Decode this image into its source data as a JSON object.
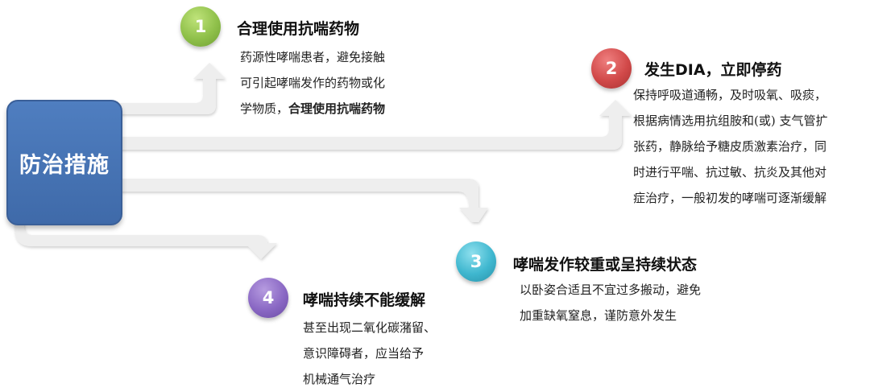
{
  "hub": {
    "label": "防治措施"
  },
  "steps": [
    {
      "number": "1",
      "title": "合理使用抗喘药物",
      "lines": [
        "药源性哮喘患者，避免接触",
        "可引起哮喘发作的药物或化"
      ],
      "last_line_prefix": "学物质，",
      "last_line_bold": "合理使用抗喘药物",
      "color": "#8fc04a"
    },
    {
      "number": "2",
      "title": "发生DIA，立即停药",
      "lines": [
        "保持呼吸道通畅，及时吸氧、吸痰，",
        "根据病情选用抗组胺和(或) 支气管扩",
        "张药，静脉给予糖皮质激素治疗，同",
        "时进行平喘、抗过敏、抗炎及其他对",
        "症治疗，一般初发的哮喘可逐渐缓解"
      ],
      "color": "#d14949"
    },
    {
      "number": "3",
      "title": "哮喘发作较重或呈持续状态",
      "lines": [
        "以卧姿合适且不宜过多搬动，避免",
        "加重缺氧窒息，谨防意外发生"
      ],
      "color": "#3fb7cf"
    },
    {
      "number": "4",
      "title": "哮喘持续不能缓解",
      "lines": [
        "甚至出现二氧化碳潴留、",
        "意识障碍者，应当给予",
        "机械通气治疗"
      ],
      "color": "#8a68c4"
    }
  ],
  "colors": {
    "hub": "#4f7ec0",
    "arrow": "#eeeeee"
  }
}
